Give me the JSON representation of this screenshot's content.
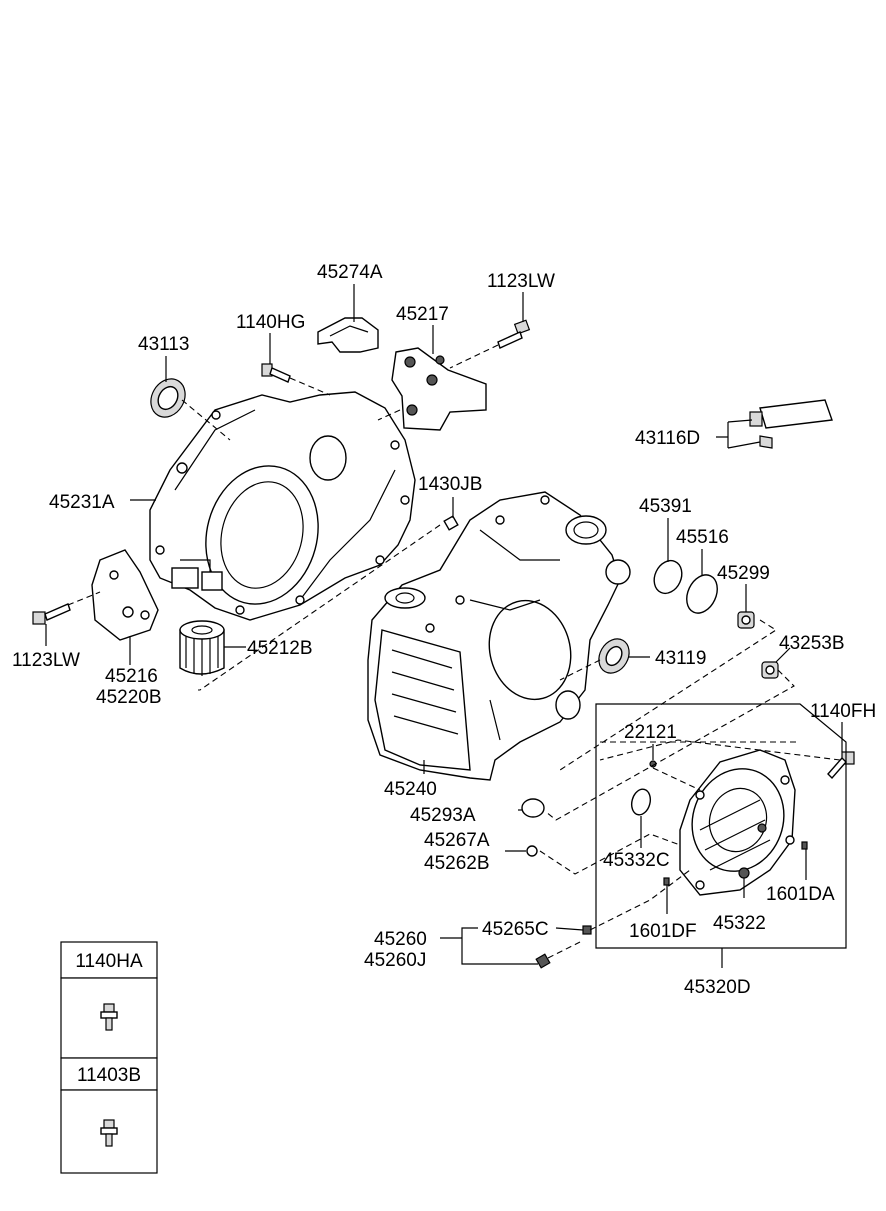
{
  "labels": {
    "p45274A": "45274A",
    "p1123LW_top": "1123LW",
    "p1140HG": "1140HG",
    "p45217": "45217",
    "p43113": "43113",
    "p43116D": "43116D",
    "p1430JB": "1430JB",
    "p45231A": "45231A",
    "p45391": "45391",
    "p45516": "45516",
    "p45299": "45299",
    "p45212B": "45212B",
    "p43253B": "43253B",
    "p1123LW_left": "1123LW",
    "p45216": "45216",
    "p45220B": "45220B",
    "p43119": "43119",
    "p1140FH": "1140FH",
    "p22121": "22121",
    "p45240": "45240",
    "p45293A": "45293A",
    "p45267A": "45267A",
    "p45262B": "45262B",
    "p45332C": "45332C",
    "p1601DA": "1601DA",
    "p45322": "45322",
    "p1601DF": "1601DF",
    "p45260": "45260",
    "p45265C": "45265C",
    "p45260J": "45260J",
    "p45320D": "45320D"
  },
  "legend": {
    "box1_title": "1140HA",
    "box2_title": "11403B"
  }
}
